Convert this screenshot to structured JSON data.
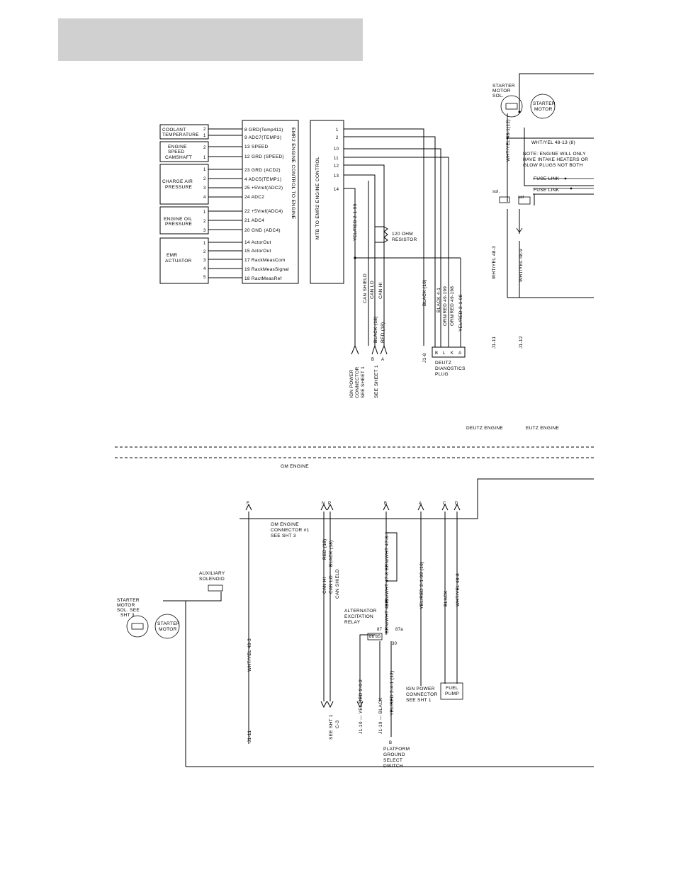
{
  "top": {
    "sensor_groups": [
      {
        "label": [
          "COOLANT",
          "TEMPERATURE"
        ],
        "pins": [
          "2",
          "1"
        ]
      },
      {
        "label": [
          "ENGINE",
          "SPEED",
          "CAMSHAFT"
        ],
        "pins": [
          "2",
          "1"
        ]
      },
      {
        "label": [
          "CHARGE AIR",
          "PRESSURE"
        ],
        "pins": [
          "1",
          "2",
          "3",
          "4"
        ]
      },
      {
        "label": [
          "ENGINE OIL",
          "PRESSURE"
        ],
        "pins": [
          "1",
          "2",
          "3"
        ]
      },
      {
        "label": [
          "EMR",
          "ACTUATOR"
        ],
        "pins": [
          "1",
          "2",
          "3",
          "4",
          "5"
        ]
      }
    ],
    "emr2_pins": [
      "8  GRD(Temp411)",
      "9  ADC7(TEMP3)",
      "13  SPEED",
      "12 GRD (SPEED)",
      "23 GRD (ACD2)",
      "4  ADC5(TEMP1)",
      "25 +5Vref(ADC2)",
      "24  ADC2",
      "22 +5Vref(ADC4)",
      "21  ADC4",
      "20 GND (ADC4)",
      "14 ActorOut",
      "15 ActorOut",
      "17 RackMeasCom",
      "19 RackMeasSignal",
      "18  RactMeasRef"
    ],
    "emr2_title": "EMR2 ENGINE CONTROL TO ENGINE",
    "mtb_title": "MTB TO EMR2 ENGINE CONTROL",
    "mtb_pins": [
      "1",
      "2",
      "10",
      "11",
      "12",
      "13",
      "14"
    ],
    "resistor": [
      "120 OHM",
      "RESISTOR"
    ],
    "wires": {
      "yel_red": "YEL/RED 2-1-99",
      "can_shield": "CAN SHIELD",
      "can_lo": "CAN LO",
      "can_hi": "CAN HI",
      "black_18": "BLACK (18)",
      "red_18": "RED (18)",
      "black_16": "BLACK (16)",
      "black_4": "BLACK 4-1",
      "orn_red_199": "ORN/RED 49-199",
      "orn_red_198": "ORN/RED 49-198",
      "yel_red_98": "YEL/RED 2-1-98",
      "j1_8": "J1-8"
    },
    "ign_power": [
      "IGN POWER",
      "CONNECTOR",
      "SEE SHEET 1"
    ],
    "see_sheet_1": "SEE SHEET 1",
    "deutz_plug_pins": [
      "B",
      "L",
      "K",
      "A"
    ],
    "deutz_plug_label": [
      "DEUTZ",
      "DIANOSTICS",
      "PLUG"
    ],
    "right": {
      "starter_sol": [
        "STARTER",
        "MOTOR",
        "SOL."
      ],
      "starter_motor": [
        "STARTER",
        "MOTOR"
      ],
      "wht_yel_48_12": "WHT/YEL 48-1(12)",
      "wht_yel_48_13": "WHT/YEL 48-13 (8)",
      "note": [
        "NOTE: ENGINE WILL ONLY",
        "HAVE INTAKE HEATERS OR",
        "GLOW PLUGS NOT BOTH"
      ],
      "fuse_link_1": "FUSE LINK",
      "fuse_link_2": "FUSE LINK",
      "sol": "sol.",
      "sol2": "sol",
      "wht_yel_48_3": "WHT/YEL 48-3",
      "wht_yel_48_9": "WHT/YEL 48-9",
      "j1_11": "J1-11",
      "j1_12": "J1-12"
    },
    "deutz_engine_1": "DEUTZ ENGINE",
    "deutz_engine_2": "EUTZ ENGINE"
  },
  "bottom": {
    "gm_engine": "GM ENGINE",
    "connector_pins": [
      "F",
      "N",
      "P",
      "B",
      "A",
      "C",
      "D"
    ],
    "connector_label": [
      "GM ENGINE",
      "CONNECTOR #1",
      "SEE SHT 3"
    ],
    "aux_solenoid": [
      "AUXILIARY",
      "SOLENOID"
    ],
    "starter_sol": [
      "STARTER",
      "MOTOR",
      "SOL. SEE",
      "SHT 3"
    ],
    "starter_motor": [
      "STARTER",
      "MOTOR"
    ],
    "wht_yel_48_3": "WHT/YEL 48-3",
    "j1_11": "J1-11",
    "red_18": "RED (18)",
    "black_18": "BLACK (18)",
    "can_hi": "CAN HI",
    "can_lo": "CAN LO",
    "can_shield": "CAN SHIELD",
    "see_sht": "SEE SHT 1",
    "c3": "C-3",
    "brn_wht_1": "BRN/WHT 47-8-1",
    "brn_wht_2": "BRN/WHT 47-8",
    "brn_wht_3": "BRN/WHT 47-8",
    "alt_relay": [
      "ALTERNATOR",
      "EXCITATION",
      "RELAY"
    ],
    "relay_87": "87",
    "relay_87a": "87a",
    "relay_30": "30",
    "relay_85": "85",
    "relay_86": "86",
    "yel_red_2_6_2": "J1-10 — YEL/RED 2-6-2",
    "black": "J1-19 — BLACK",
    "yel_red_2_4_1": "YEL/RED 2-4-1 (12)",
    "platform_b": "B",
    "platform": [
      "PLATFORM",
      "GROUND",
      "SELECT",
      "DWITCH"
    ],
    "yel_red_2_1_99": "YEL/RED 2-1-99 (16)",
    "ign_power": [
      "IGN POWER",
      "CONNECTOR",
      "SEE SHT 1"
    ],
    "black_c": "BLACK",
    "wht_yel_48_8": "WHT/YEL 48-8",
    "fuel_pump": [
      "FUEL",
      "PUMP"
    ]
  }
}
